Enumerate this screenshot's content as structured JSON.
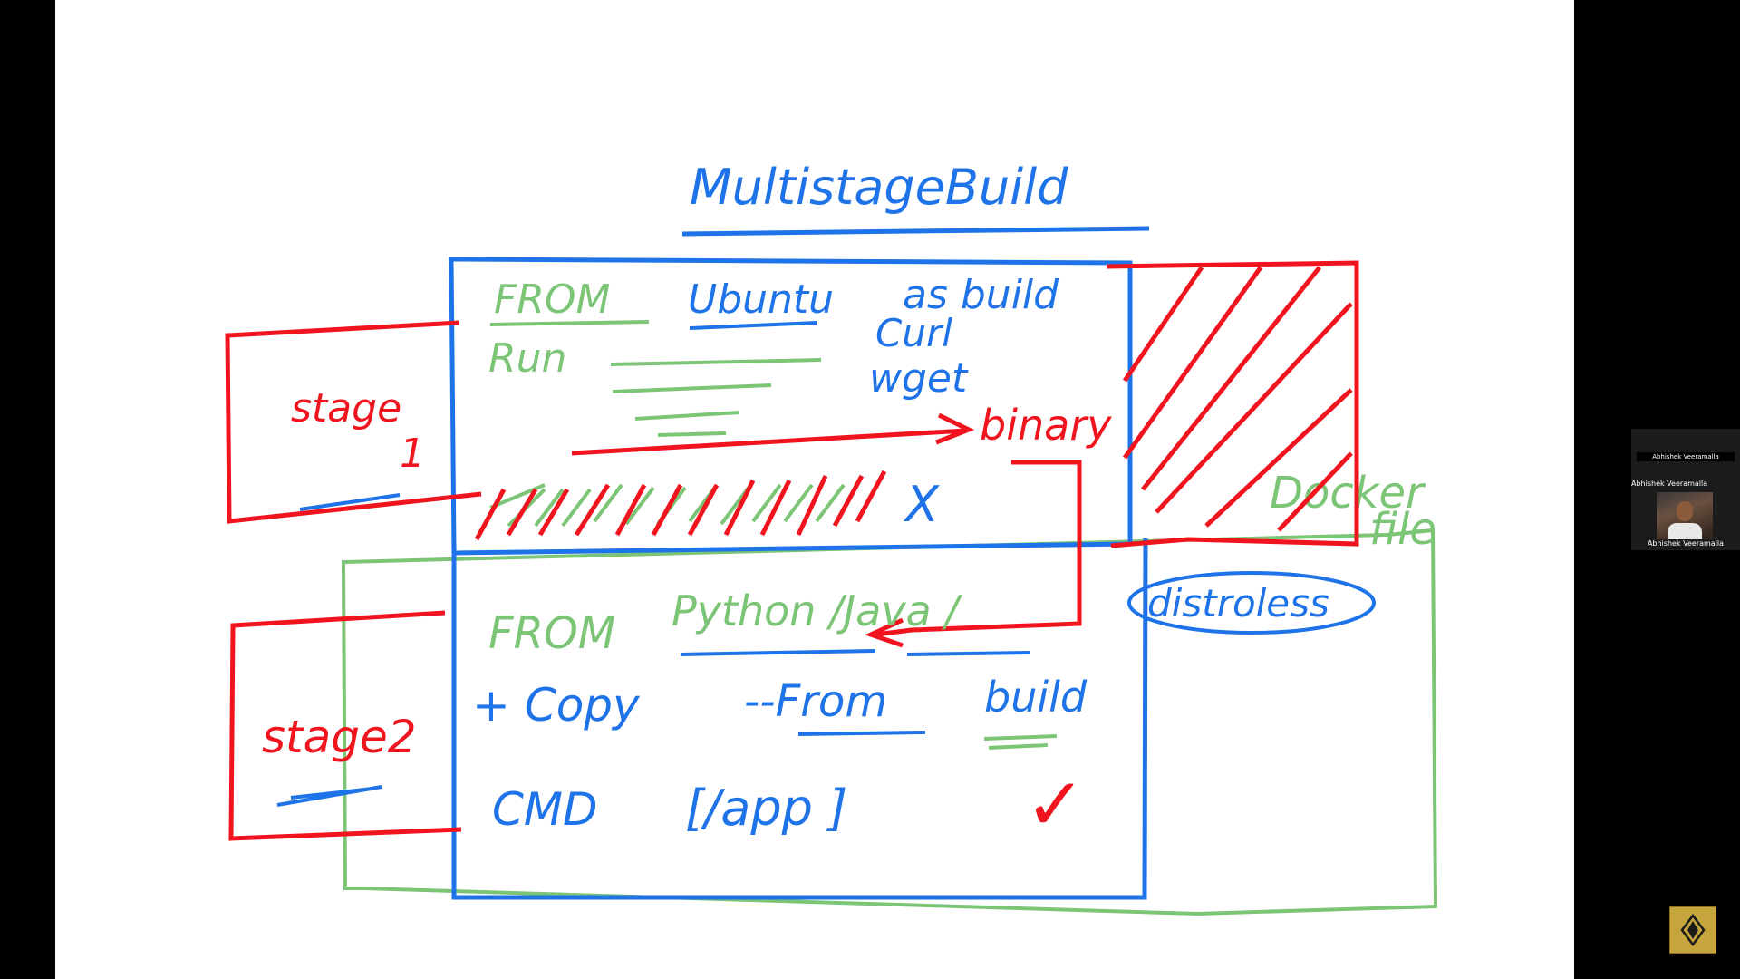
{
  "whiteboard": {
    "title": "MultistageBuild",
    "stage1": {
      "label": "stage",
      "number": "1",
      "lines": {
        "from": "FROM",
        "base_image": "Ubuntu",
        "alias": "as build",
        "run": "Run",
        "tool1": "Curl",
        "tool2": "wget",
        "binary": "binary",
        "crossed": "X"
      }
    },
    "stage2": {
      "label": "stage2",
      "lines": {
        "from": "FROM",
        "base_image": "Python /Java /",
        "distroless": "distroless",
        "copy": "+ Copy",
        "from_flag": "--From",
        "build": "build",
        "cmd": "CMD",
        "cmd_arg": "[/app ]",
        "check": "✓"
      }
    },
    "dockerfile_label": "Docker",
    "dockerfile_label2": "file",
    "colors": {
      "blue": "#1e73e8",
      "red": "#f0141e",
      "green": "#7cc576"
    }
  },
  "participant": {
    "name_top": "Abhishek Veeramalla",
    "name_side": "Abhishek Veeramalla",
    "name_bottom": "Abhishek Veeramalla"
  },
  "logo": {
    "icon": "diamond-logo-icon"
  }
}
